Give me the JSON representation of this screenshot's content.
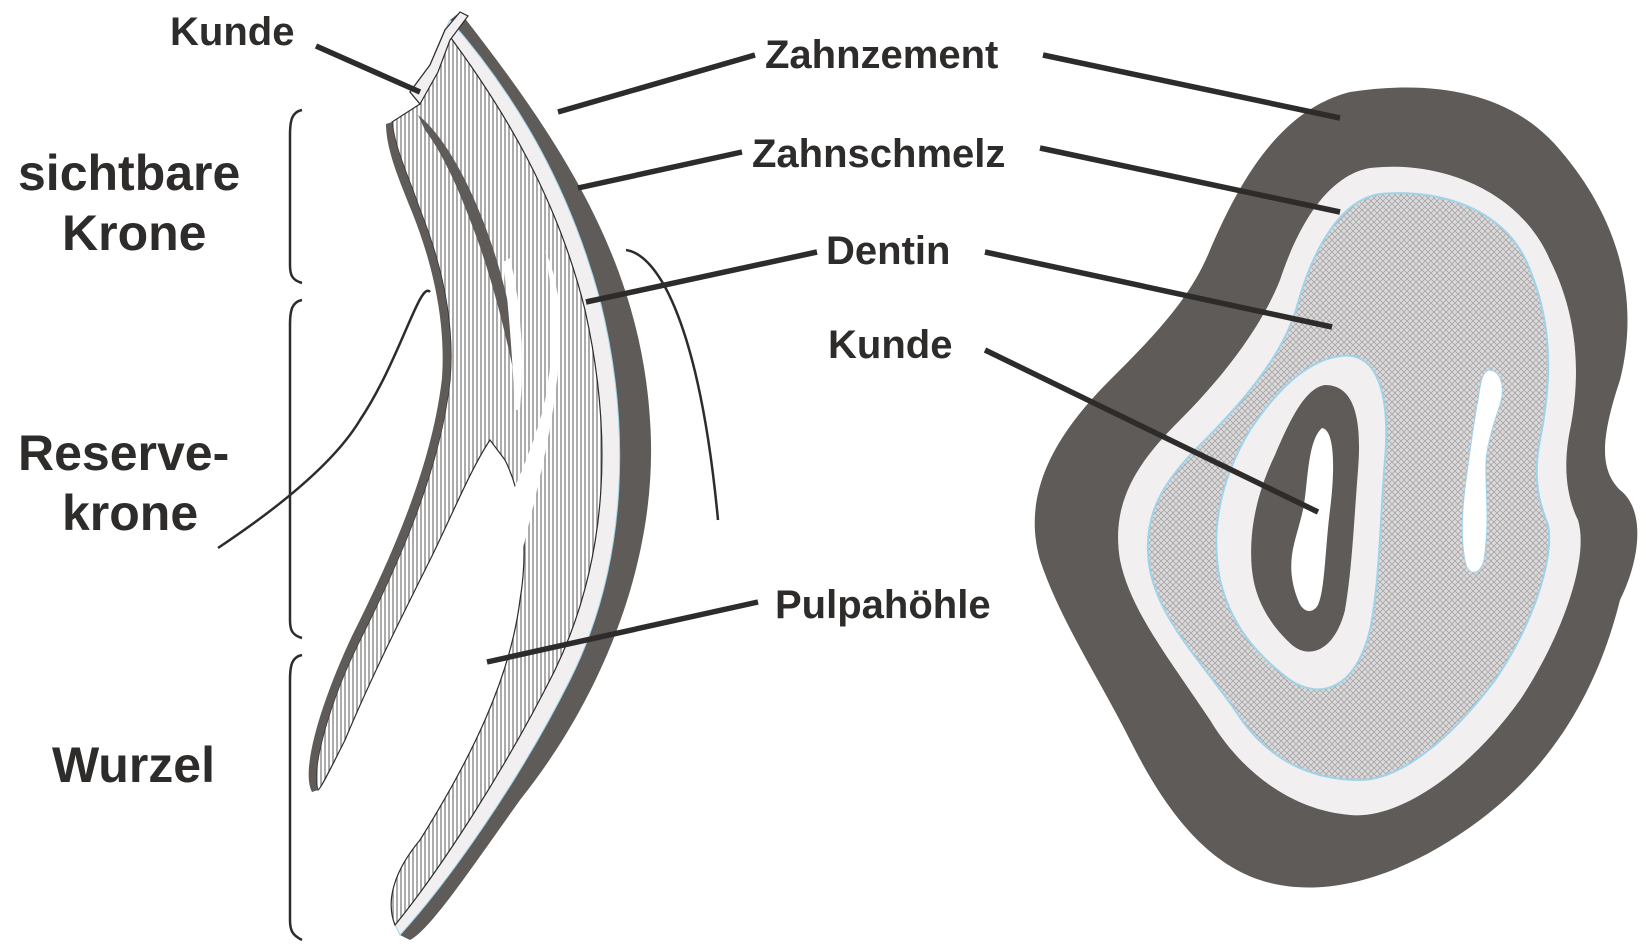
{
  "labels": {
    "kunde_top": "Kunde",
    "sichtbare": "sichtbare",
    "krone": "Krone",
    "reserve": "Reserve-",
    "reserve_krone": "krone",
    "wurzel": "Wurzel",
    "zahnzement": "Zahnzement",
    "zahnschmelz": "Zahnschmelz",
    "dentin": "Dentin",
    "kunde_right": "Kunde",
    "pulpahoehle": "Pulpahöhle"
  },
  "colors": {
    "cementum": "#5e5b58",
    "enamel": "#f1eff0",
    "dentin_hatch": "#9a9898",
    "outline": "#2e2c2b",
    "dentin_border": "#9fd3ea"
  }
}
